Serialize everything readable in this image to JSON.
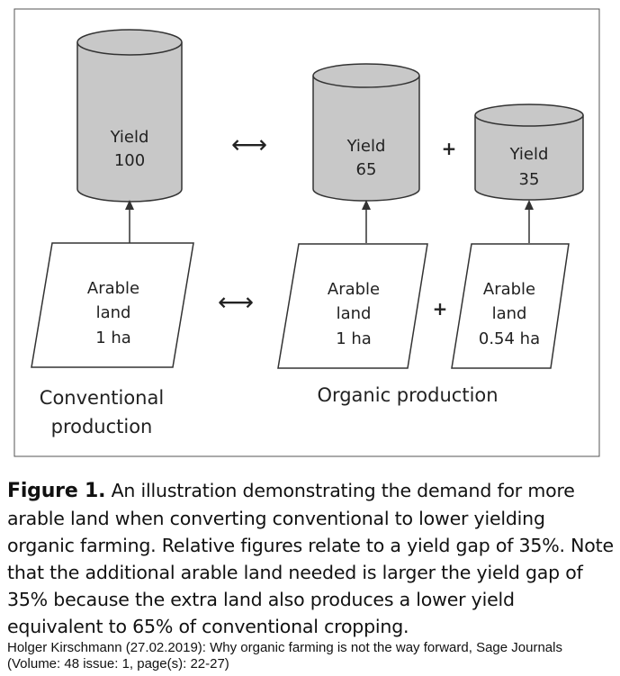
{
  "diagram": {
    "cylinders": [
      {
        "id": "conventional-yield",
        "label": "Yield",
        "value": "100"
      },
      {
        "id": "organic-yield",
        "label": "Yield",
        "value": "65"
      },
      {
        "id": "extra-yield",
        "label": "Yield",
        "value": "35"
      }
    ],
    "land": [
      {
        "id": "conventional-land",
        "line1": "Arable",
        "line2": "land",
        "line3": "1 ha"
      },
      {
        "id": "organic-land",
        "line1": "Arable",
        "line2": "land",
        "line3": "1 ha"
      },
      {
        "id": "extra-land",
        "line1": "Arable",
        "line2": "land",
        "line3": "0.54 ha"
      }
    ],
    "equivalence_symbol": "⟷",
    "plus_symbol": "+",
    "conventional_label_line1": "Conventional",
    "conventional_label_line2": "production",
    "organic_label": "Organic production"
  },
  "caption": {
    "figure_label": "Figure 1.",
    "text": "An illustration demonstrating the demand for more arable land when converting conventional to lower yielding organic farming. Relative figures relate to a yield gap of 35%. Note that the additional arable land needed is larger the yield gap of 35% because the extra land also produces a lower yield equivalent to 65% of conventional cropping."
  },
  "citation": {
    "text": "Holger Kirschmann (27.02.2019): Why organic farming is not the way forward, Sage Journals (Volume: 48 issue: 1, page(s): 22-27)"
  },
  "colors": {
    "cylinder_fill": "#c8c8c8",
    "outline": "#333333",
    "frame": "#555555"
  }
}
